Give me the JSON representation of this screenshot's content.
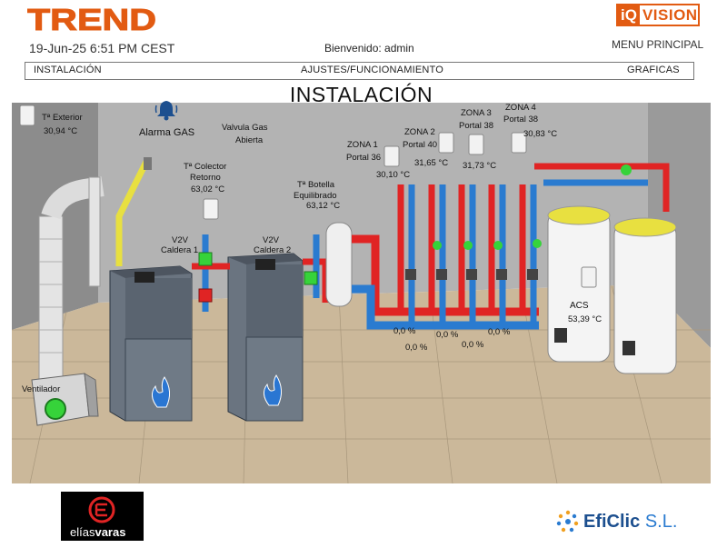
{
  "header": {
    "brand": "TREND",
    "iq": "iQ",
    "vision": "VISION",
    "timestamp": "19-Jun-25 6:51 PM CEST",
    "welcome": "Bienvenido: admin",
    "main_menu": "MENU PRINCIPAL"
  },
  "nav": {
    "installation": "INSTALACIÓN",
    "settings": "AJUSTES/FUNCIONAMIENTO",
    "graphs": "GRAFICAS"
  },
  "page_title": "INSTALACIÓN",
  "sensors": {
    "outdoor_label": "Tª Exterior",
    "outdoor_value": "30,94 °C",
    "gas_alarm": "Alarma GAS",
    "gas_valve_label": "Valvula Gas",
    "gas_valve_state": "Abierta",
    "collector_label_1": "Tª Colector",
    "collector_label_2": "Retorno",
    "collector_value": "63,02 °C",
    "bottle_label_1": "Tª Botella",
    "bottle_label_2": "Equilibrado",
    "bottle_value": "63,12 °C",
    "v2v1_line1": "V2V",
    "v2v1_line2": "Caldera 1",
    "v2v2_line1": "V2V",
    "v2v2_line2": "Caldera 2",
    "fan_label": "Ventilador",
    "acs_label": "ACS",
    "acs_value": "53,39 °C"
  },
  "zones": [
    {
      "name": "ZONA 1",
      "portal": "Portal 36",
      "temp": "30,10 °C"
    },
    {
      "name": "ZONA 2",
      "portal": "Portal 40",
      "temp": "31,65 °C"
    },
    {
      "name": "ZONA 3",
      "portal": "Portal 38",
      "temp": "31,73 °C"
    },
    {
      "name": "ZONA 4",
      "portal": "Portal 38",
      "temp": "30,83 °C"
    }
  ],
  "valve_percents": [
    "0,0 %",
    "0,0 %",
    "0,0 %",
    "0,0 %",
    "0,0 %"
  ],
  "footer": {
    "elias_1": "elías",
    "elias_2": "varas",
    "eficlic_1": "EfiClic",
    "eficlic_2": "S.L."
  },
  "colors": {
    "brand_orange": "#e25b12",
    "hot_pipe": "#e02424",
    "cold_pipe": "#2a7bd0",
    "status_green": "#36d33a",
    "gas_pipe": "#e8e040"
  }
}
